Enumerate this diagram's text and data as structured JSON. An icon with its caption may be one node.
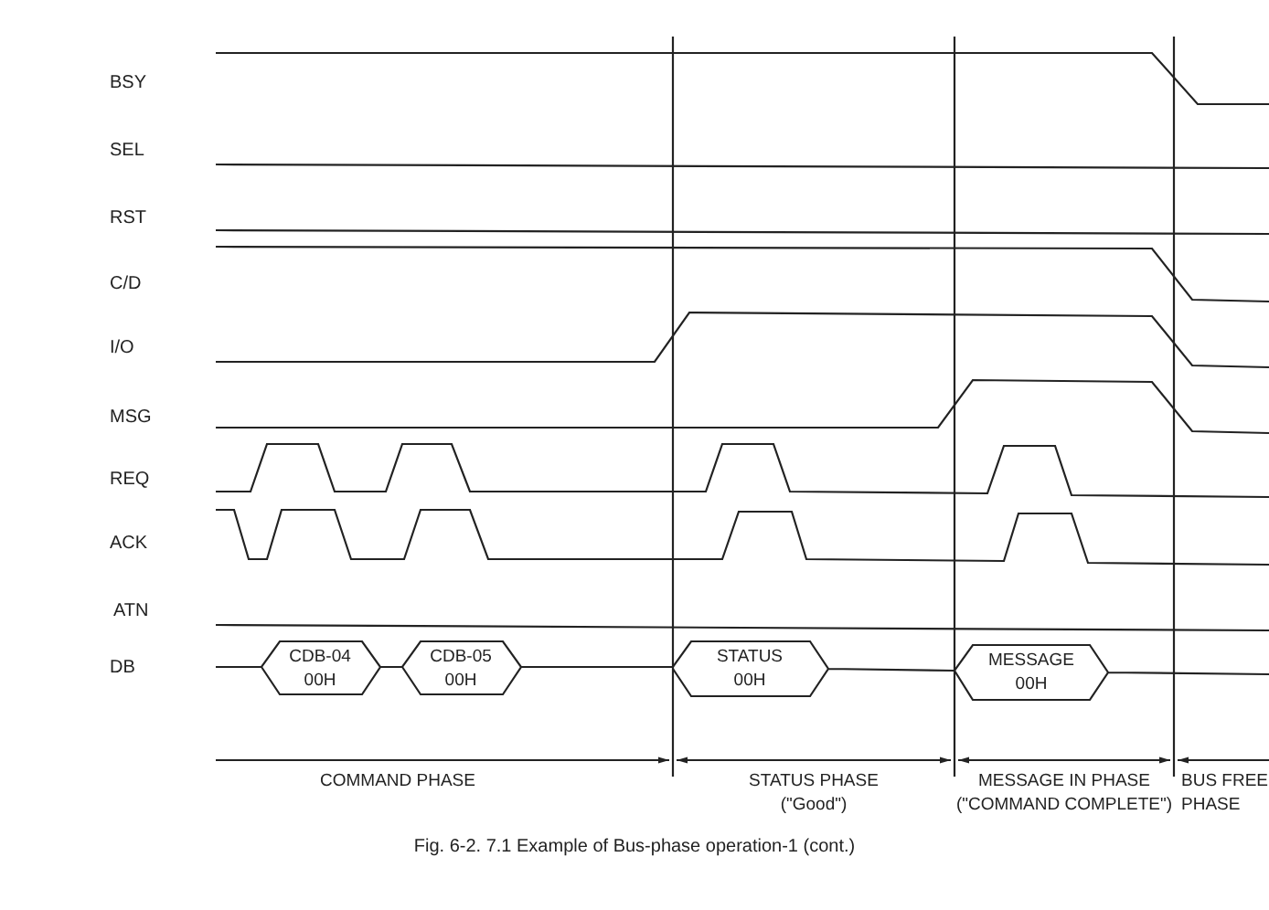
{
  "diagram": {
    "caption": "Fig. 6-2. 7.1 Example of Bus-phase operation-1 (cont.)",
    "labels": [
      "BSY",
      "SEL",
      "RST",
      "C/D",
      "I/O",
      "MSG",
      "REQ",
      "ACK",
      "ATN",
      "DB",
      "CDB-04 00H",
      "CDB-05 00H",
      "STATUS 00H",
      "MESSAGE 00H",
      "COMMAND PHASE",
      "STATUS PHASE (\"Good\")",
      "MESSAGE IN PHASE (\"COMMAND COMPLETE\")",
      "BUS FREE PHASE"
    ]
  }
}
